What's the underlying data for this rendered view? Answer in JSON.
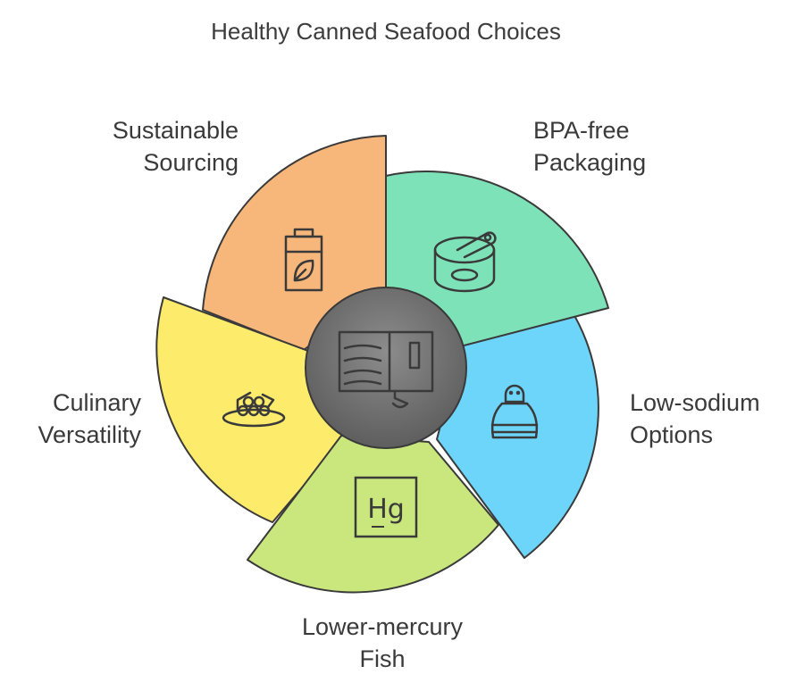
{
  "title": "Healthy Canned Seafood Choices",
  "segments": [
    {
      "lines": [
        "BPA-free",
        "Packaging"
      ],
      "icon": "can-icon",
      "color": "#7EE2B8"
    },
    {
      "lines": [
        "Low-sodium",
        "Options"
      ],
      "icon": "salt-shaker-icon",
      "color": "#6DD5FA"
    },
    {
      "lines": [
        "Lower-mercury",
        "Fish"
      ],
      "icon": "mercury-hg-icon",
      "icon_text": "Hg",
      "color": "#C9E77C"
    },
    {
      "lines": [
        "Culinary",
        "Versatility"
      ],
      "icon": "food-platter-icon",
      "color": "#FDEB6B"
    },
    {
      "lines": [
        "Sustainable",
        "Sourcing"
      ],
      "icon": "eco-battery-leaf-icon",
      "color": "#F8B77A"
    }
  ],
  "center": {
    "icon": "sardine-can-icon",
    "color": "#777777"
  }
}
